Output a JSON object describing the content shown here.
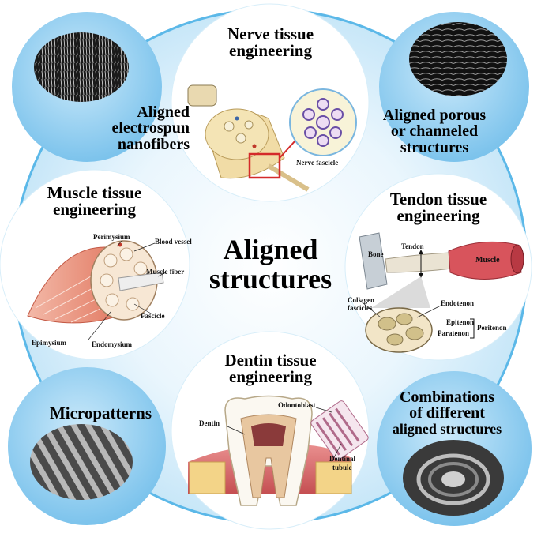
{
  "center_title": {
    "line1": "Aligned",
    "line2": "structures"
  },
  "topics": {
    "nerve": {
      "line1": "Nerve tissue",
      "line2": "engineering",
      "callout": "Nerve fascicle"
    },
    "muscle": {
      "line1": "Muscle tissue",
      "line2": "engineering",
      "callouts": {
        "perimysium": "Perimysium",
        "blood_vessel": "Blood vessel",
        "muscle_fiber": "Muscle fiber",
        "fascicle": "Fascicle",
        "epimysium": "Epimysium",
        "endomysium": "Endomysium"
      }
    },
    "tendon": {
      "line1": "Tendon tissue",
      "line2": "engineering",
      "callouts": {
        "bone": "Bone",
        "tendon": "Tendon",
        "muscle": "Muscle",
        "collagen_1": "Collagen",
        "collagen_2": "fascicles",
        "endotenon": "Endotenon",
        "epitenon": "Epitenon",
        "paratenon": "Paratenon",
        "peritenon": "Peritenon"
      }
    },
    "dentin": {
      "line1": "Dentin tissue",
      "line2": "engineering",
      "callouts": {
        "odontoblast": "Odontoblast",
        "dentin": "Dentin",
        "dentinal_1": "Dentinal",
        "dentinal_2": "tubule"
      }
    }
  },
  "structures": {
    "nanofibers": {
      "line1": "Aligned",
      "line2": "electrospun",
      "line3": "nanofibers"
    },
    "porous": {
      "line1": "Aligned porous",
      "line2": "or channeled",
      "line3": "structures"
    },
    "micropatterns": {
      "line1": "Micropatterns"
    },
    "combinations": {
      "line1": "Combinations",
      "line2": "of different",
      "line3": "aligned structures"
    }
  },
  "colors": {
    "outer_ring": "#5bb8e8",
    "blue_fill": "#8fcdf0",
    "light_blue": "#d9effb",
    "callout_box": "#d42a2a"
  }
}
